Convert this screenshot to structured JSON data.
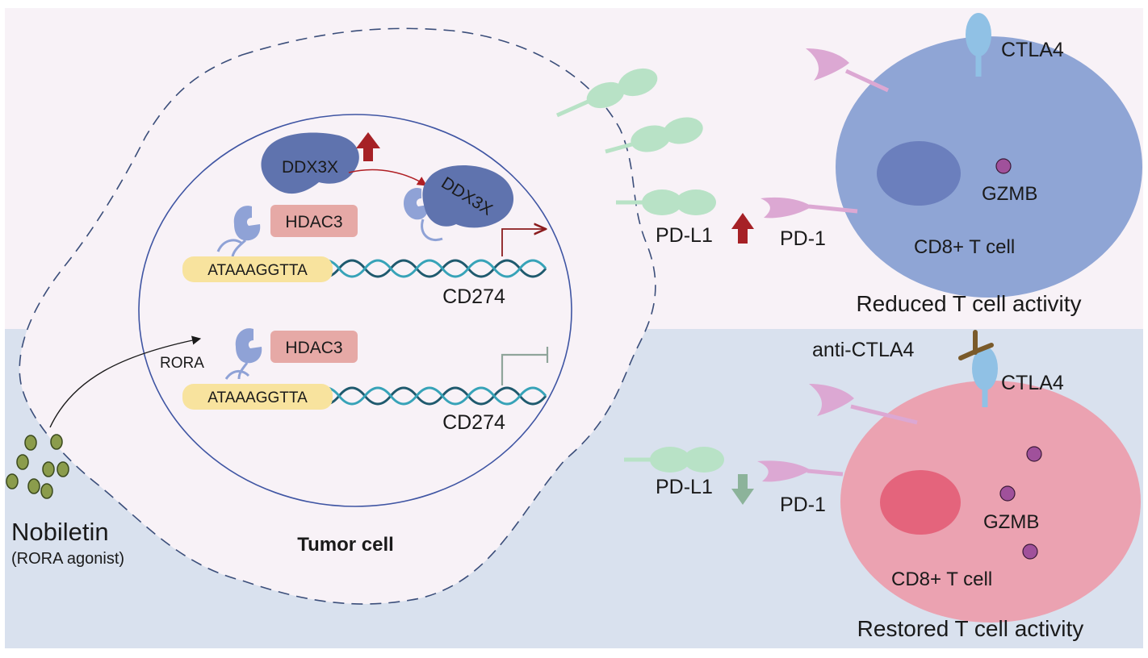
{
  "tumor": {
    "label": "Tumor cell",
    "upper": {
      "ddx3x_a": "DDX3X",
      "ddx3x_b": "DDX3X",
      "hdac3": "HDAC3",
      "motif": "ATAAAGGTTA",
      "gene": "CD274"
    },
    "lower": {
      "rora": "RORA",
      "hdac3": "HDAC3",
      "motif": "ATAAAGGTTA",
      "gene": "CD274"
    }
  },
  "drug": {
    "name": "Nobiletin",
    "note": "(RORA agonist)"
  },
  "top_tcell": {
    "pdl1": "PD-L1",
    "pd1": "PD-1",
    "ctla4": "CTLA4",
    "gzmb": "GZMB",
    "cell": "CD8+ T cell",
    "caption": "Reduced T cell activity"
  },
  "bottom_tcell": {
    "anti_ctla4": "anti-CTLA4",
    "ctla4": "CTLA4",
    "pdl1": "PD-L1",
    "pd1": "PD-1",
    "gzmb": "GZMB",
    "cell": "CD8+ T cell",
    "caption": "Restored T cell activity"
  },
  "colors": {
    "top_bg": "#f8f2f7",
    "bottom_bg": "#d9e1ee",
    "tcell_blue": "#8fa5d5",
    "tcell_red": "#eba2b1",
    "ddx3x": "#5f73ae",
    "hdac3": "#e6a9a6",
    "motif": "#f8e39e",
    "pdl1": "#b8e2c6",
    "pd1": "#dca8d3",
    "ctla4": "#90c1e5",
    "up_arrow": "#a62126",
    "down_arrow": "#8cb39a",
    "caption_blue": "#3f5793",
    "caption_red": "#9a2c44"
  }
}
